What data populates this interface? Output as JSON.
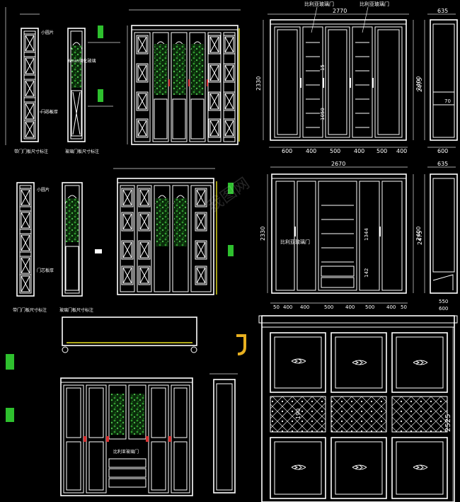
{
  "top_right": {
    "title_label_left": "比利亚玻璃门",
    "title_label_right": "比利亚玻璃门",
    "width_total": "2770",
    "height_left": "2330",
    "height_right": "2400",
    "inner_dim_15": "15",
    "inner_dim_1050": "1050",
    "bottom_dims": [
      "600",
      "400",
      "500",
      "400",
      "500",
      "400",
      "600"
    ]
  },
  "side_top": {
    "width_top": "635",
    "height": "2475",
    "dim_70": "70",
    "width_bottom": "600"
  },
  "mid_right": {
    "width_total": "2670",
    "height_left": "2330",
    "height_right": "2400",
    "label": "比利亚玻璃门",
    "dim_1344": "1344",
    "dim_142": "142",
    "bottom_dims": [
      "50",
      "400",
      "400",
      "500",
      "400",
      "500",
      "400",
      "50"
    ]
  },
  "side_mid": {
    "width_top": "635",
    "height": "2475",
    "width_bottom1": "550",
    "width_bottom2": "600"
  },
  "bottom_right": {
    "height": "2525",
    "dim_190": "190"
  },
  "labels": {
    "door_a_title": "带门门板尺寸标注",
    "door_b_title": "玻璃门板尺寸标注",
    "door_c_title": "带门门板尺寸标注",
    "door_d_title": "玻璃门板尺寸标注",
    "small_top_a": "小圆片",
    "small_top_b": "小圆片",
    "note_a": "门芯板厚",
    "note_b": "门芯板厚",
    "glass_note": "6mm钢化玻璃",
    "bottom_caption": "比利亚玻璃门"
  },
  "watermark": "我图网"
}
